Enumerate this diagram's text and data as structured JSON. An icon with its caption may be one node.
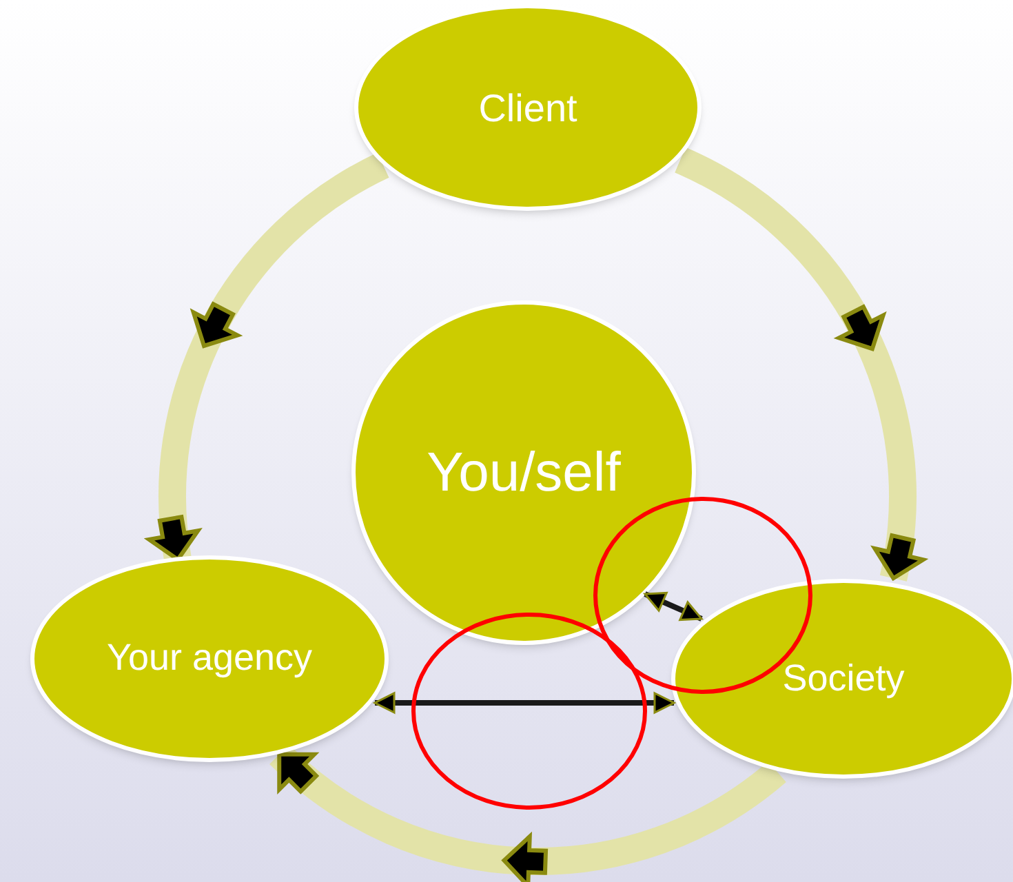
{
  "diagram": {
    "nodes": [
      {
        "text": [
          "Client"
        ]
      },
      {
        "text": [
          "You/self"
        ]
      },
      {
        "text": [
          "Your agency"
        ]
      },
      {
        "text": [
          "Society"
        ]
      }
    ],
    "edges": [
      {
        "from": 0,
        "to": 2,
        "arrow": "to"
      },
      {
        "from": 0,
        "to": 3,
        "arrow": "to"
      },
      {
        "from": 3,
        "to": 2,
        "arrow": "to"
      },
      {
        "from": 1,
        "to": 3,
        "arrow": "both",
        "color": "#1a1a1a"
      },
      {
        "from": 2,
        "to": 3,
        "arrow": "both",
        "color": "#1a1a1a"
      }
    ]
  }
}
